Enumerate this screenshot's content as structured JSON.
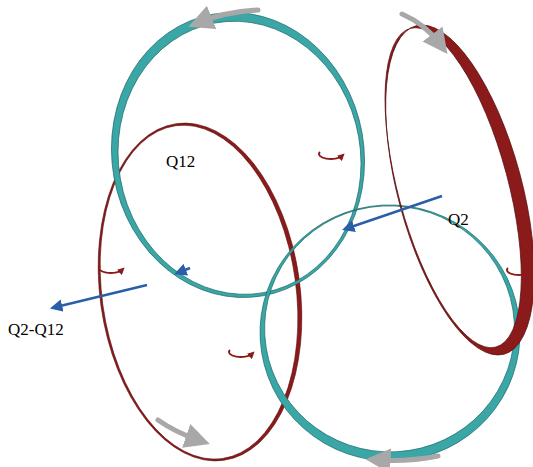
{
  "diagram": {
    "labels": [
      "Q12",
      "Q2",
      "Q2-Q12"
    ]
  }
}
